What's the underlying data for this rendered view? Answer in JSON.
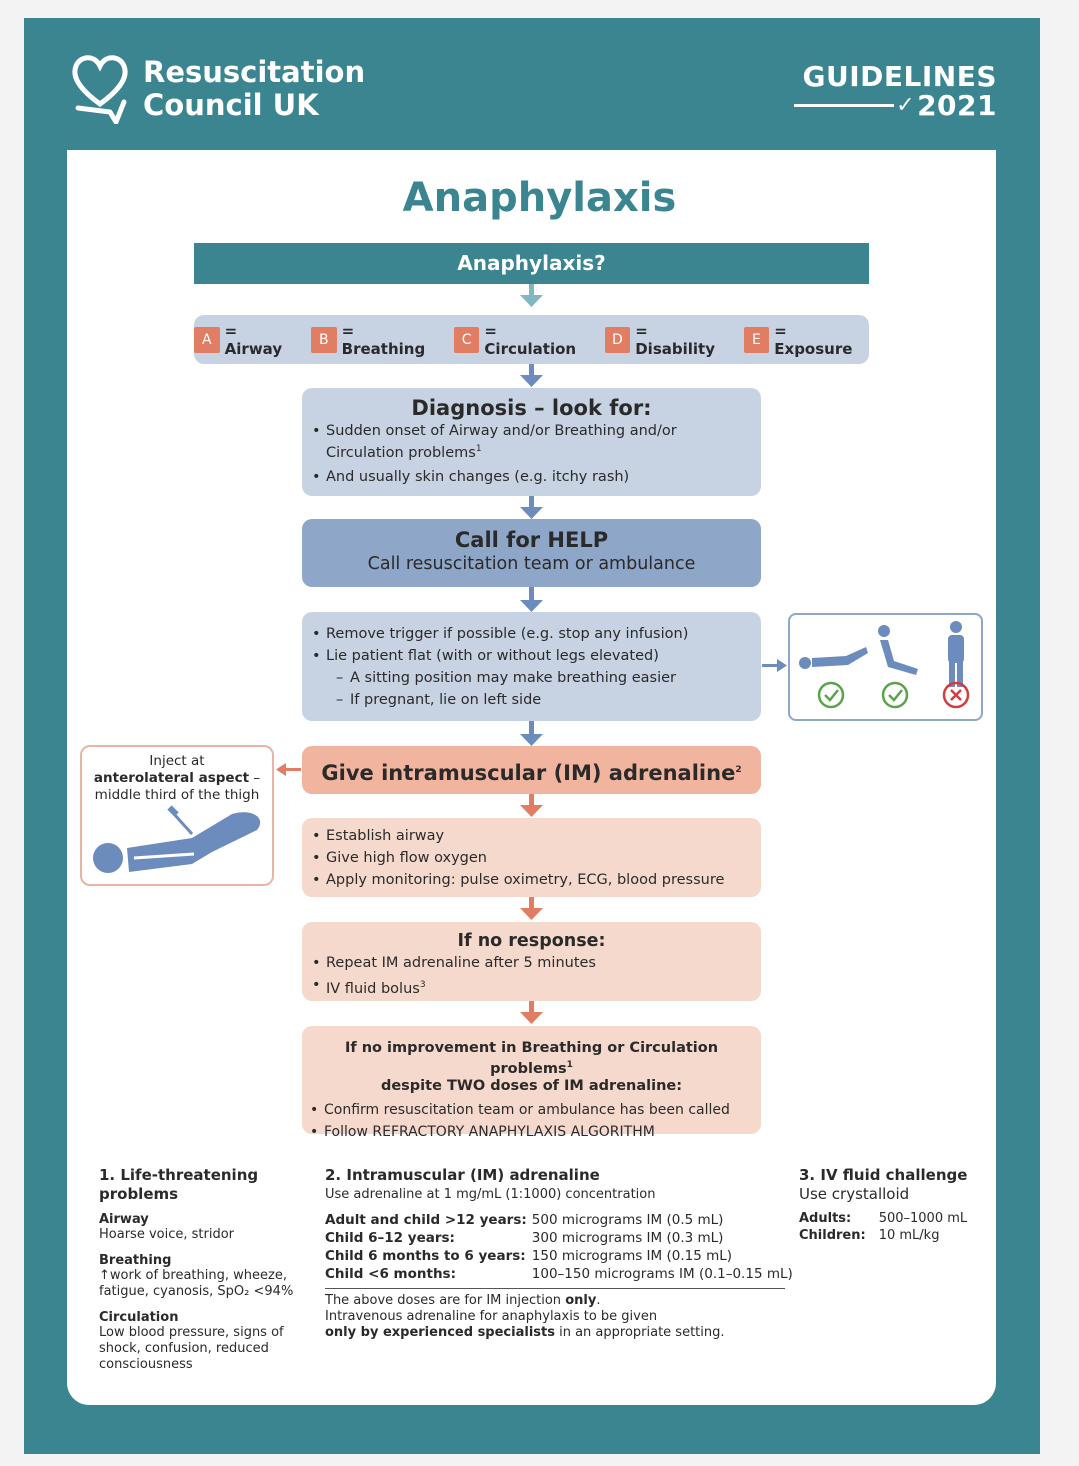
{
  "header": {
    "org_line1": "Resuscitation",
    "org_line2": "Council UK",
    "guidelines": "GUIDELINES",
    "year": "2021"
  },
  "title": "Anaphylaxis",
  "question": "Anaphylaxis?",
  "abcde": [
    {
      "letter": "A",
      "label": "= Airway"
    },
    {
      "letter": "B",
      "label": "= Breathing"
    },
    {
      "letter": "C",
      "label": "= Circulation"
    },
    {
      "letter": "D",
      "label": "= Disability"
    },
    {
      "letter": "E",
      "label": "= Exposure"
    }
  ],
  "diagnosis": {
    "title": "Diagnosis – look for:",
    "items": [
      "Sudden onset of Airway and/or Breathing and/or Circulation problems",
      "And usually skin changes (e.g. itchy rash)"
    ],
    "footnote_ref": "1"
  },
  "call_help": {
    "title": "Call for HELP",
    "subtitle": "Call resuscitation team or ambulance"
  },
  "remove_trigger": {
    "items": [
      "Remove trigger if possible (e.g. stop any infusion)",
      "Lie patient flat (with or without legs elevated)"
    ],
    "sub_items": [
      "A sitting position may make breathing easier",
      "If pregnant, lie on left side"
    ]
  },
  "position_icons": [
    "lying-flat-icon",
    "sitting-icon",
    "standing-icon"
  ],
  "position_marks": [
    "check-icon",
    "check-icon",
    "cross-icon"
  ],
  "colors": {
    "teal": "#3a8590",
    "blue": "#c7d2e2",
    "pink": "#f6d9cd",
    "orange": "#e07d62",
    "check": "#5aa34a",
    "cross": "#d23c3c"
  },
  "inject": {
    "line1": "Inject at",
    "line2_bold": "anterolateral aspect",
    "line2_rest": " –",
    "line3": "middle third of the thigh"
  },
  "adrenaline": {
    "title": "Give intramuscular (IM) adrenaline",
    "footnote_ref": "2"
  },
  "establish": {
    "items": [
      "Establish airway",
      "Give high flow oxygen",
      "Apply monitoring: pulse oximetry, ECG, blood pressure"
    ]
  },
  "no_response": {
    "title": "If no response:",
    "items": [
      "Repeat IM adrenaline after 5 minutes",
      "IV fluid bolus"
    ],
    "footnote_ref": "3"
  },
  "no_improvement": {
    "title_line1": "If no improvement in Breathing or Circulation problems",
    "title_line2": "despite TWO doses of IM adrenaline:",
    "footnote_ref": "1",
    "items": [
      "Confirm resuscitation team or ambulance has been called",
      "Follow REFRACTORY ANAPHYLAXIS ALGORITHM"
    ]
  },
  "footnotes": {
    "f1": {
      "title": "1. Life-threatening problems",
      "sections": [
        {
          "heading": "Airway",
          "text": "Hoarse voice, stridor"
        },
        {
          "heading": "Breathing",
          "text": "↑work of breathing, wheeze, fatigue, cyanosis, SpO₂ <94%"
        },
        {
          "heading": "Circulation",
          "text": "Low blood pressure, signs of shock, confusion, reduced consciousness"
        }
      ]
    },
    "f2": {
      "title": "2. Intramuscular (IM) adrenaline",
      "subtitle": "Use adrenaline at 1 mg/mL (1:1000) concentration",
      "doses": [
        {
          "group": "Adult and child >12 years:",
          "dose": "500 micrograms IM (0.5 mL)"
        },
        {
          "group": "Child 6–12 years:",
          "dose": "300 micrograms IM (0.3 mL)"
        },
        {
          "group": "Child 6 months to 6 years:",
          "dose": "150 micrograms IM (0.15 mL)"
        },
        {
          "group": "Child <6 months:",
          "dose": "100–150 micrograms IM (0.1–0.15 mL)"
        }
      ],
      "note_1a": "The above doses are for IM injection ",
      "note_1b": "only",
      "note_1c": ".",
      "note_2": "Intravenous adrenaline for anaphylaxis to be given",
      "note_3a": "only by experienced specialists",
      "note_3b": " in an appropriate setting."
    },
    "f3": {
      "title": "3. IV fluid challenge",
      "subtitle": "Use crystalloid",
      "rows": [
        {
          "group": "Adults:",
          "value": "500–1000 mL"
        },
        {
          "group": "Children:",
          "value": "10 mL/kg"
        }
      ]
    }
  }
}
